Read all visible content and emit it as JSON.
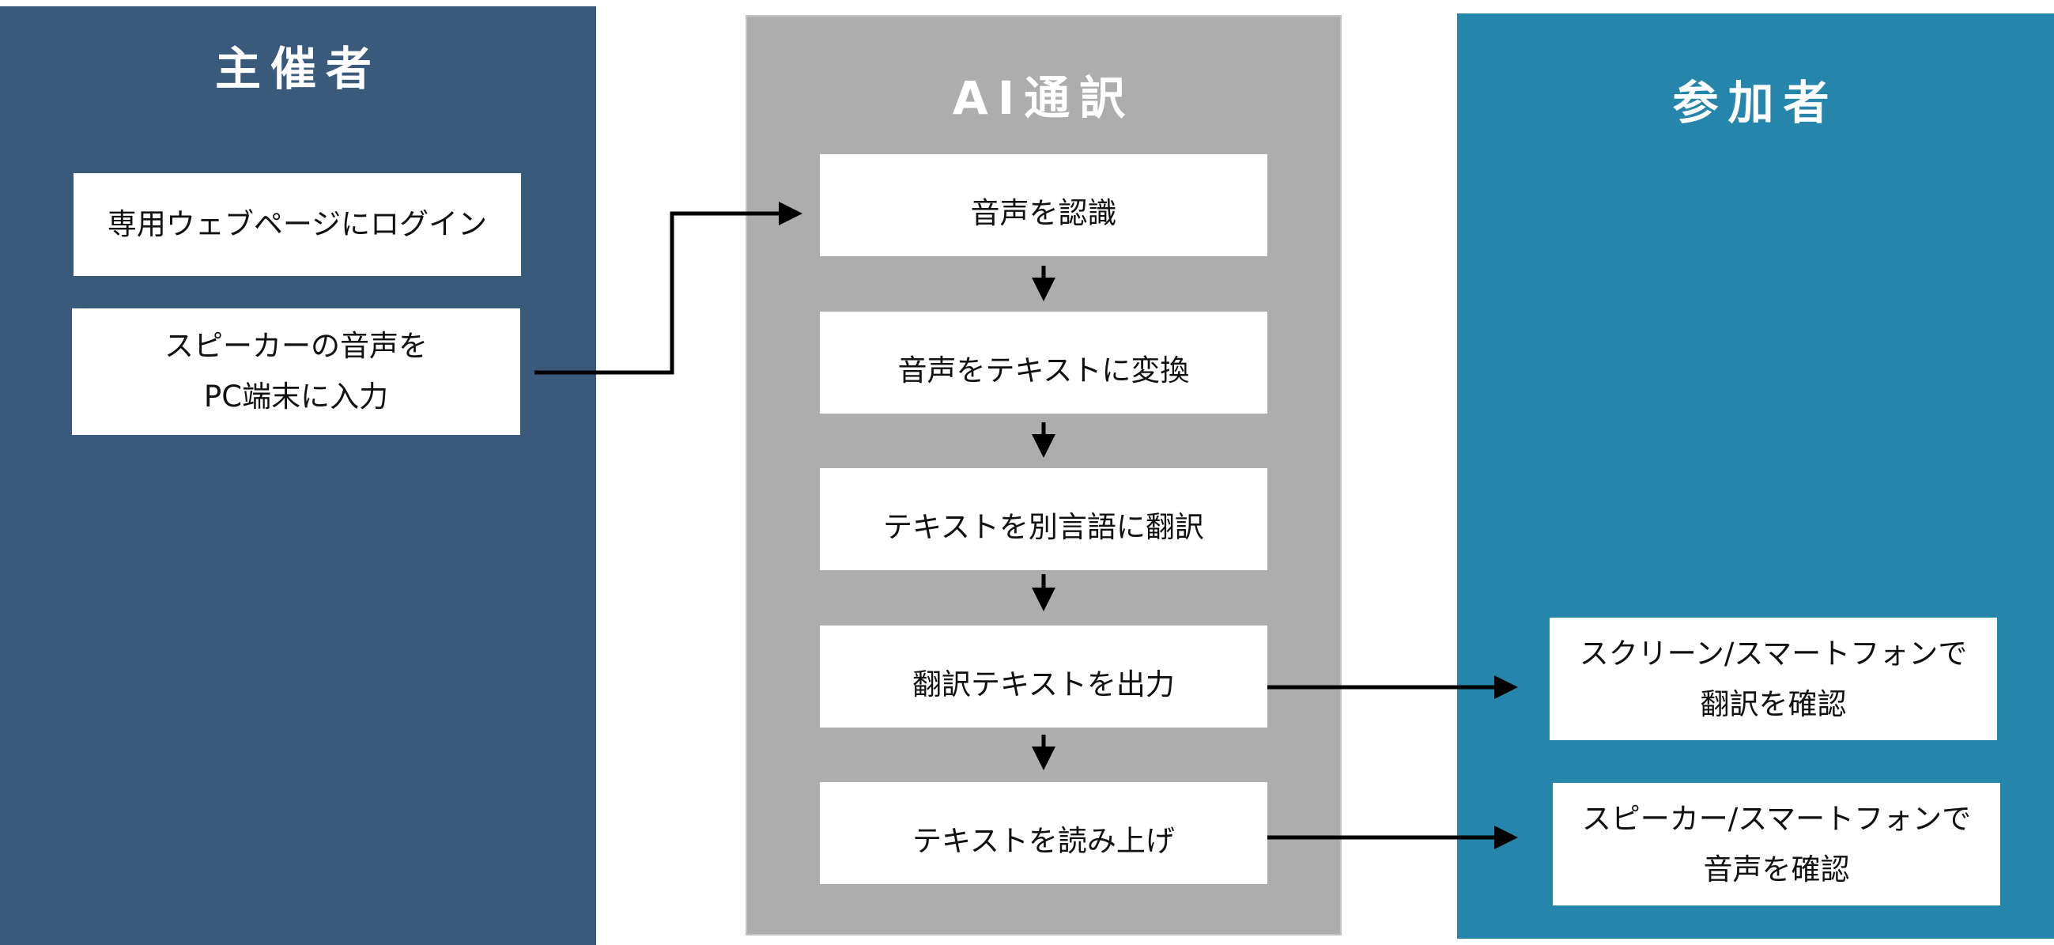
{
  "lanes": {
    "organizer": {
      "title": "主催者",
      "color": "#3a5a7b"
    },
    "ai": {
      "title": "AI通訳",
      "color": "#adadad"
    },
    "participant": {
      "title": "参加者",
      "color": "#2585ab"
    }
  },
  "organizer_steps": {
    "login": "専用ウェブページにログイン",
    "input": "スピーカーの音声を\nPC端末に入力"
  },
  "ai_steps": {
    "recognize": "音声を認識",
    "to_text": "音声をテキストに変換",
    "translate": "テキストを別言語に翻訳",
    "output": "翻訳テキストを出力",
    "read_aloud": "テキストを読み上げ"
  },
  "participant_steps": {
    "check_translation": "スクリーン/スマートフォンで\n翻訳を確認",
    "check_audio": "スピーカー/スマートフォンで\n音声を確認"
  }
}
